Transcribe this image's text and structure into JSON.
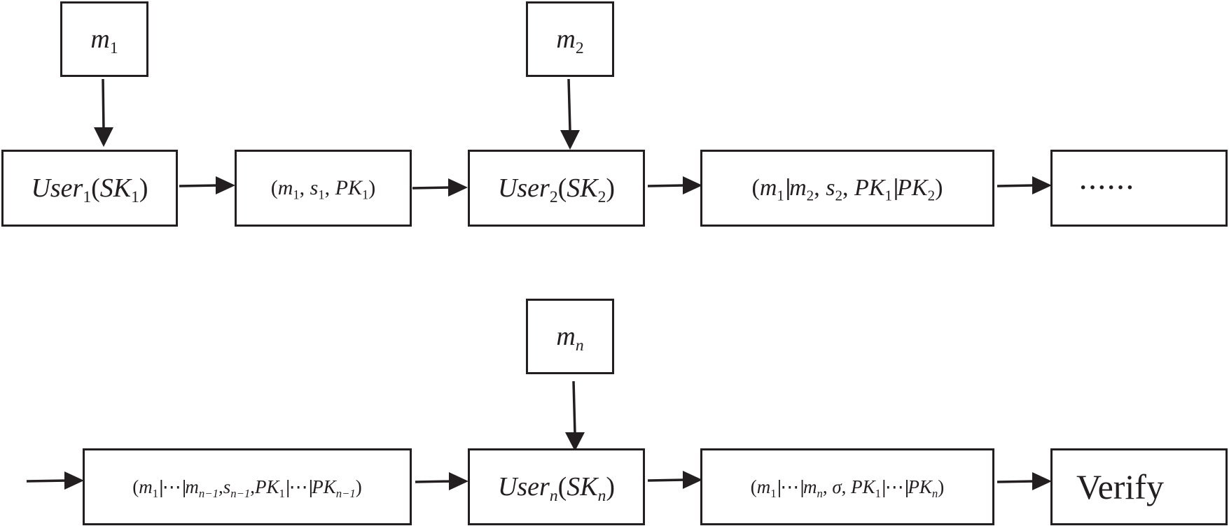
{
  "diagram": {
    "message_1": {
      "base": "m",
      "sub": "1"
    },
    "message_2": {
      "base": "m",
      "sub": "2"
    },
    "message_n": {
      "base": "m",
      "sub": "n"
    },
    "user_1": {
      "name": "User",
      "idx": "1",
      "key": "SK",
      "key_idx": "1"
    },
    "user_2": {
      "name": "User",
      "idx": "2",
      "key": "SK",
      "key_idx": "2"
    },
    "user_n": {
      "name": "User",
      "idx": "n",
      "key": "SK",
      "key_idx": "n"
    },
    "ellipsis": "······",
    "verify_label": "Verify",
    "symbols": {
      "m": "m",
      "s": "s",
      "PK": "PK",
      "sigma": "σ",
      "cdots": "⋯",
      "sub1": "1",
      "sub2": "2",
      "subn": "n",
      "subn1": "n−1",
      "lparen": "(",
      "rparen": ")",
      "comma": ",",
      "concat": "||"
    }
  }
}
